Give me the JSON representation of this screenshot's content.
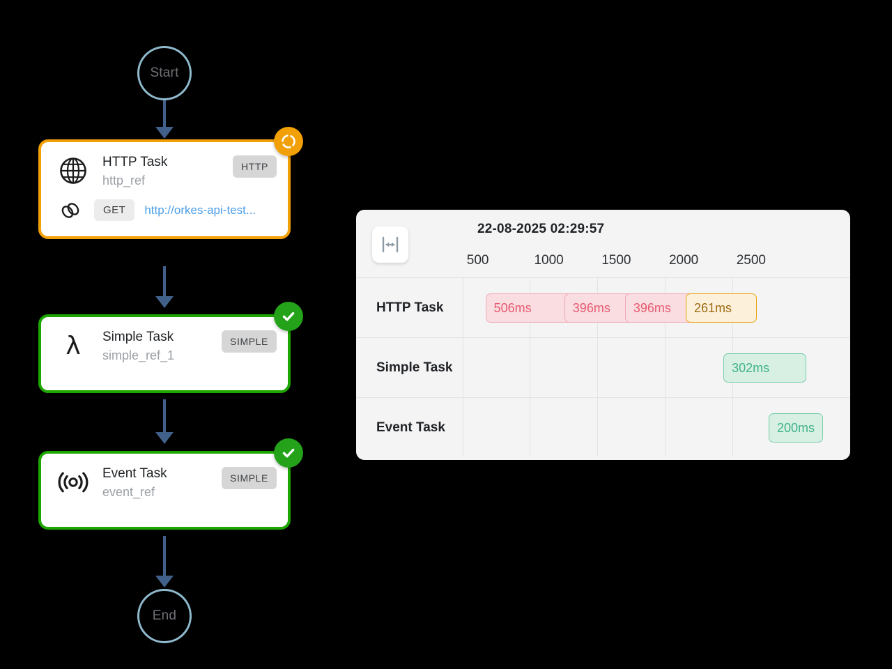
{
  "workflow": {
    "start_node": {
      "label": "Start",
      "name": "start-node"
    },
    "end_node": {
      "label": "End",
      "name": "end-node"
    },
    "tasks": [
      {
        "title": "HTTP Task",
        "ref": "http_ref",
        "type_chip": "HTTP",
        "icon": "globe-icon",
        "status": "running",
        "status_icon": "spinner-icon",
        "http": {
          "method": "GET",
          "url": "http://orkes-api-test...",
          "link_icon": "link-icon"
        }
      },
      {
        "title": "Simple Task",
        "ref": "simple_ref_1",
        "type_chip": "SIMPLE",
        "icon": "lambda-icon",
        "status": "completed",
        "status_icon": "check-icon"
      },
      {
        "title": "Event Task",
        "ref": "event_ref",
        "type_chip": "SIMPLE",
        "icon": "broadcast-icon",
        "status": "completed",
        "status_icon": "check-icon"
      }
    ]
  },
  "timeline": {
    "datetime": "22-08-2025 02:29:57",
    "fit_button": {
      "name": "fit-to-width-button",
      "icon": "horizontal-resize-icon"
    },
    "axis": {
      "ticks": [
        "500",
        "1000",
        "1500",
        "2000",
        "2500"
      ],
      "tick_values": [
        500,
        1000,
        1500,
        2000,
        2500
      ],
      "unit": "ms",
      "min": 0,
      "max": 2765
    },
    "rows": [
      {
        "label": "HTTP Task",
        "bars": [
          {
            "label": "506ms",
            "value": 506,
            "start": 60,
            "status": "failed"
          },
          {
            "label": "396ms",
            "value": 396,
            "start": 645,
            "status": "failed"
          },
          {
            "label": "396ms",
            "value": 396,
            "start": 1095,
            "status": "failed"
          },
          {
            "label": "261ms",
            "value": 261,
            "start": 1545,
            "status": "running"
          }
        ]
      },
      {
        "label": "Simple Task",
        "bars": [
          {
            "label": "302ms",
            "value": 302,
            "start": 1825,
            "status": "completed"
          }
        ]
      },
      {
        "label": "Event Task",
        "bars": [
          {
            "label": "200ms",
            "value": 200,
            "start": 2160,
            "status": "completed"
          }
        ]
      }
    ]
  },
  "colors": {
    "background": "#000000",
    "panel": "#f4f4f5",
    "running": "#f2a007",
    "completed": "#1da600",
    "failed": "#e8596f",
    "edge": "#41618a",
    "terminal_border": "#8fb9cd",
    "link": "#4d9fe8"
  }
}
